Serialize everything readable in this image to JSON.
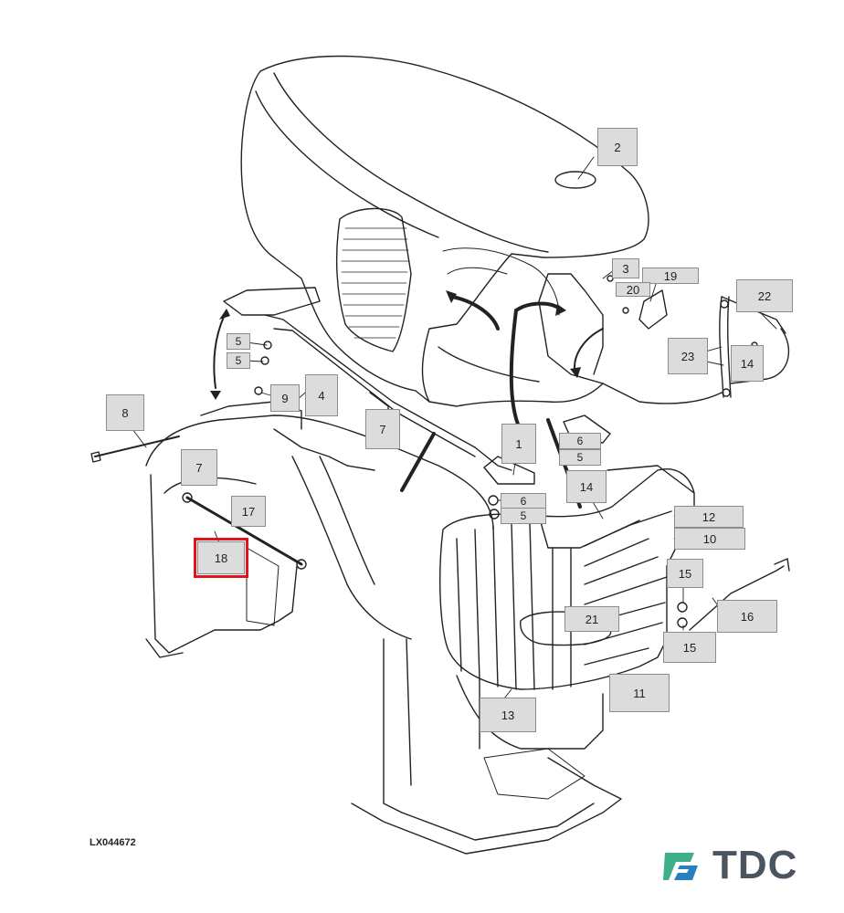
{
  "figure_id": "LX044672",
  "brand": "TDC",
  "colors": {
    "highlight": "#e0141e",
    "callout_bg": "#dcdcdc",
    "line": "#222222",
    "logo_green": "#3fb08a",
    "logo_blue": "#2a7fc0",
    "logo_text": "#4a5560"
  },
  "highlighted_callout": "18",
  "callouts": [
    "2",
    "3",
    "19",
    "20",
    "22",
    "23",
    "14",
    "5",
    "5",
    "9",
    "4",
    "8",
    "7",
    "7",
    "1",
    "6",
    "5",
    "14",
    "17",
    "6",
    "5",
    "12",
    "10",
    "18",
    "15",
    "16",
    "21",
    "15",
    "11",
    "13"
  ]
}
